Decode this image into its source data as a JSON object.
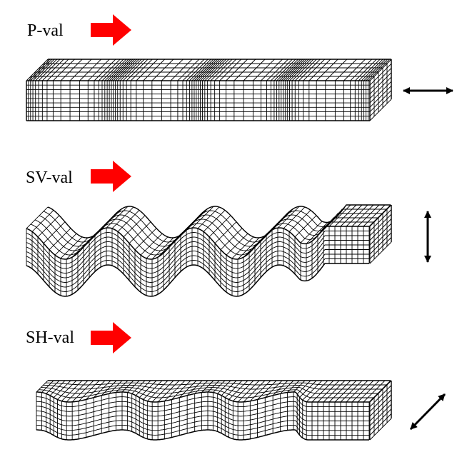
{
  "colors": {
    "direction_arrow": "#ff0000",
    "mesh": "#000000",
    "background": "#ffffff"
  },
  "waves": [
    {
      "label": "P-val",
      "propagation_icon": "right-arrow-icon",
      "motion_icon": "horizontal-double-arrow-icon",
      "motion": "compressional"
    },
    {
      "label": "SV-val",
      "propagation_icon": "right-arrow-icon",
      "motion_icon": "vertical-double-arrow-icon",
      "motion": "vertical-shear"
    },
    {
      "label": "SH-val",
      "propagation_icon": "right-arrow-icon",
      "motion_icon": "diagonal-double-arrow-icon",
      "motion": "horizontal-shear"
    }
  ]
}
